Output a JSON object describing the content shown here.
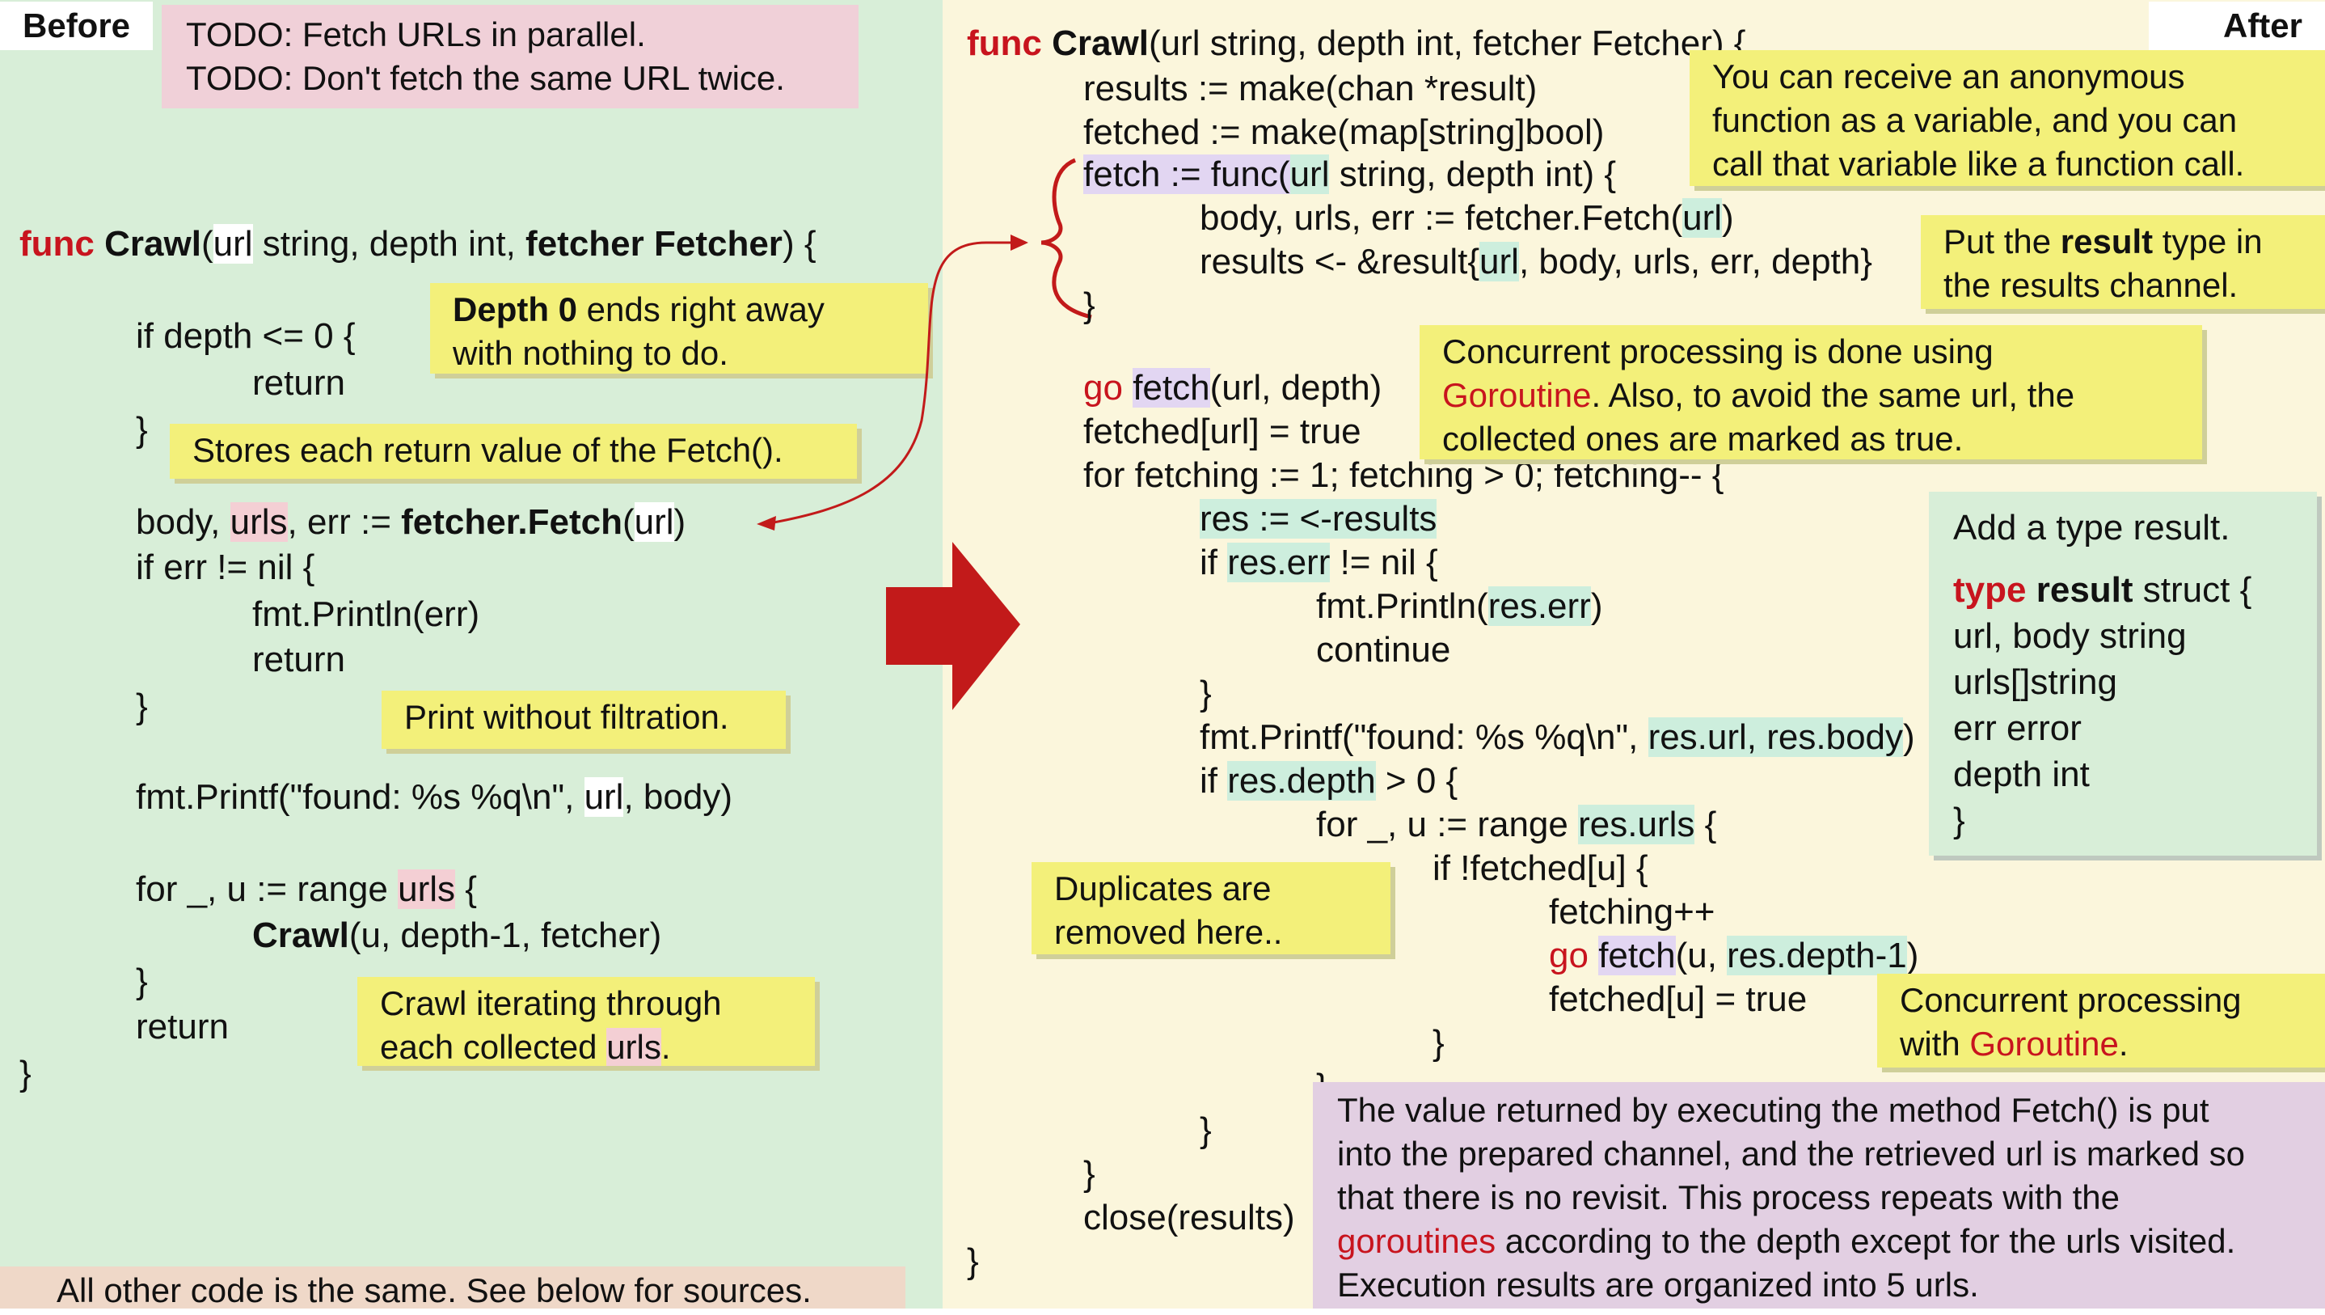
{
  "labels": {
    "before": "Before",
    "after": "After"
  },
  "todo": [
    "TODO: Fetch URLs in parallel.",
    "TODO: Don't fetch the same URL twice."
  ],
  "before_code": {
    "sig_func": "func",
    "sig_name": "Crawl",
    "sig_open": "(",
    "sig_url": "url",
    "sig_mid": " string, depth int, ",
    "sig_fetcher": "fetcher Fetcher",
    "sig_close": ") {",
    "if_depth": "if depth <= 0 {",
    "return1": "return",
    "brace1": "}",
    "fetch_pre": "body, ",
    "fetch_urls": "urls",
    "fetch_mid": ", err := ",
    "fetch_call": "fetcher.Fetch",
    "fetch_open": "(",
    "fetch_url": "url",
    "fetch_close": ")",
    "iferr": "if err != nil {",
    "println": "fmt.Println(err)",
    "return2": "return",
    "brace2": "}",
    "printf_pre": "fmt.Printf(\"found: %s %q\\n\", ",
    "printf_url": "url",
    "printf_post": ", body)",
    "for_pre": "for _, u := range ",
    "for_urls": "urls",
    "for_post": " {",
    "crawl_name": "Crawl",
    "crawl_args": "(u, depth-1, fetcher)",
    "brace3": "}",
    "return3": "return",
    "brace4": "}"
  },
  "before_notes": {
    "depth0_bold": "Depth 0",
    "depth0_rest": " ends right away",
    "depth0_line2": "with nothing to do.",
    "stores": "Stores each return value of the Fetch().",
    "print": "Print without filtration.",
    "crawl_line1": "Crawl iterating through",
    "crawl_line2_pre": "each collected ",
    "crawl_line2_urls": "urls",
    "crawl_line2_post": "."
  },
  "footer": "All other code is the same. See below for sources.",
  "after_code": {
    "sig_func": "func",
    "sig_name": "Crawl",
    "sig_rest": "(url string, depth int, fetcher Fetcher) {",
    "results": "results := make(chan *result)",
    "fetched": "fetched := make(map[string]bool)",
    "fetch_fn": "fetch := func(",
    "fetch_fn_url": "url",
    "fetch_fn_post": " string, depth int) {",
    "body_pre": "body, urls, err := fetcher.Fetch(",
    "body_url": "url",
    "body_post": ")",
    "send_pre": "results <- &result{",
    "send_url": "url",
    "send_post": ", body, urls, err, depth}",
    "close_fn": "}",
    "go": "go",
    "go_fetch": "fetch",
    "go_fetch_post": "(url, depth)",
    "fetched_true": "fetched[url] = true",
    "for_fetching": "for fetching := 1; fetching > 0; fetching-- {",
    "res_pre": "res := <-results",
    "iferr_pre": "if ",
    "iferr_res": "res.err",
    "iferr_post": " != nil {",
    "println_pre": "fmt.Println(",
    "println_res": "res.err",
    "println_post": ")",
    "continue": "continue",
    "brace_a": "}",
    "printf_pre": "fmt.Printf(\"found: %s %q\\n\", ",
    "printf_res": "res.url, res.body",
    "printf_post": ")",
    "ifdepth_pre": "if ",
    "ifdepth_res": "res.depth",
    "ifdepth_post": " > 0 {",
    "forrange_pre": "for _, u := range ",
    "forrange_res": "res.urls",
    "forrange_post": " {",
    "iffetched": "if !fetched[u] {",
    "fetchingpp": "fetching++",
    "go2": "go",
    "go2_fetch": "fetch",
    "go2_mid": "(u, ",
    "go2_res": "res.depth-1",
    "go2_post": ")",
    "fetched_u": "fetched[u] = true",
    "brace_b": "}",
    "brace_c": "}",
    "brace_d": "}",
    "brace_e": "}",
    "close_results": "close(results)",
    "brace_f": "}"
  },
  "after_notes": {
    "anon_line1": "You can receive an anonymous",
    "anon_line2": "function as a variable, and you can",
    "anon_line3": "call that variable like a function call.",
    "put_pre": "Put the ",
    "put_bold": "result",
    "put_post": " type in",
    "put_line2": "the results channel.",
    "conc_line1": "Concurrent processing is done using",
    "conc_gor": "Goroutine",
    "conc_line2_post": ". Also, to avoid the same url, the",
    "conc_line3": "collected ones are marked as true.",
    "dup_line1": "Duplicates are",
    "dup_line2": "removed here..",
    "conc2_line1": "Concurrent processing",
    "conc2_pre": "with ",
    "conc2_gor": "Goroutine",
    "conc2_post": ".",
    "type_title": "Add a type result.",
    "type_kw": "type",
    "type_name": "result",
    "type_rest": " struct {",
    "type_f1": "url, body string",
    "type_f2": "urls[]string",
    "type_f3": "err error",
    "type_f4": "depth int",
    "type_close": "}",
    "final_line1": "The value returned by executing the method Fetch() is put",
    "final_line2": "into the prepared channel, and the retrieved url is marked so",
    "final_line3": "that there is no revisit. This process repeats with the",
    "final_gor": "goroutines",
    "final_line4_post": " according to the depth except for the urls visited.",
    "final_line5": "Execution results are organized into 5 urls."
  },
  "colors": {
    "keyword": "#c8141e",
    "arrow": "#c21a1a",
    "left_bg": "#d8eed8",
    "right_bg": "#fbf6dc",
    "note_yellow": "#f3f07a"
  }
}
